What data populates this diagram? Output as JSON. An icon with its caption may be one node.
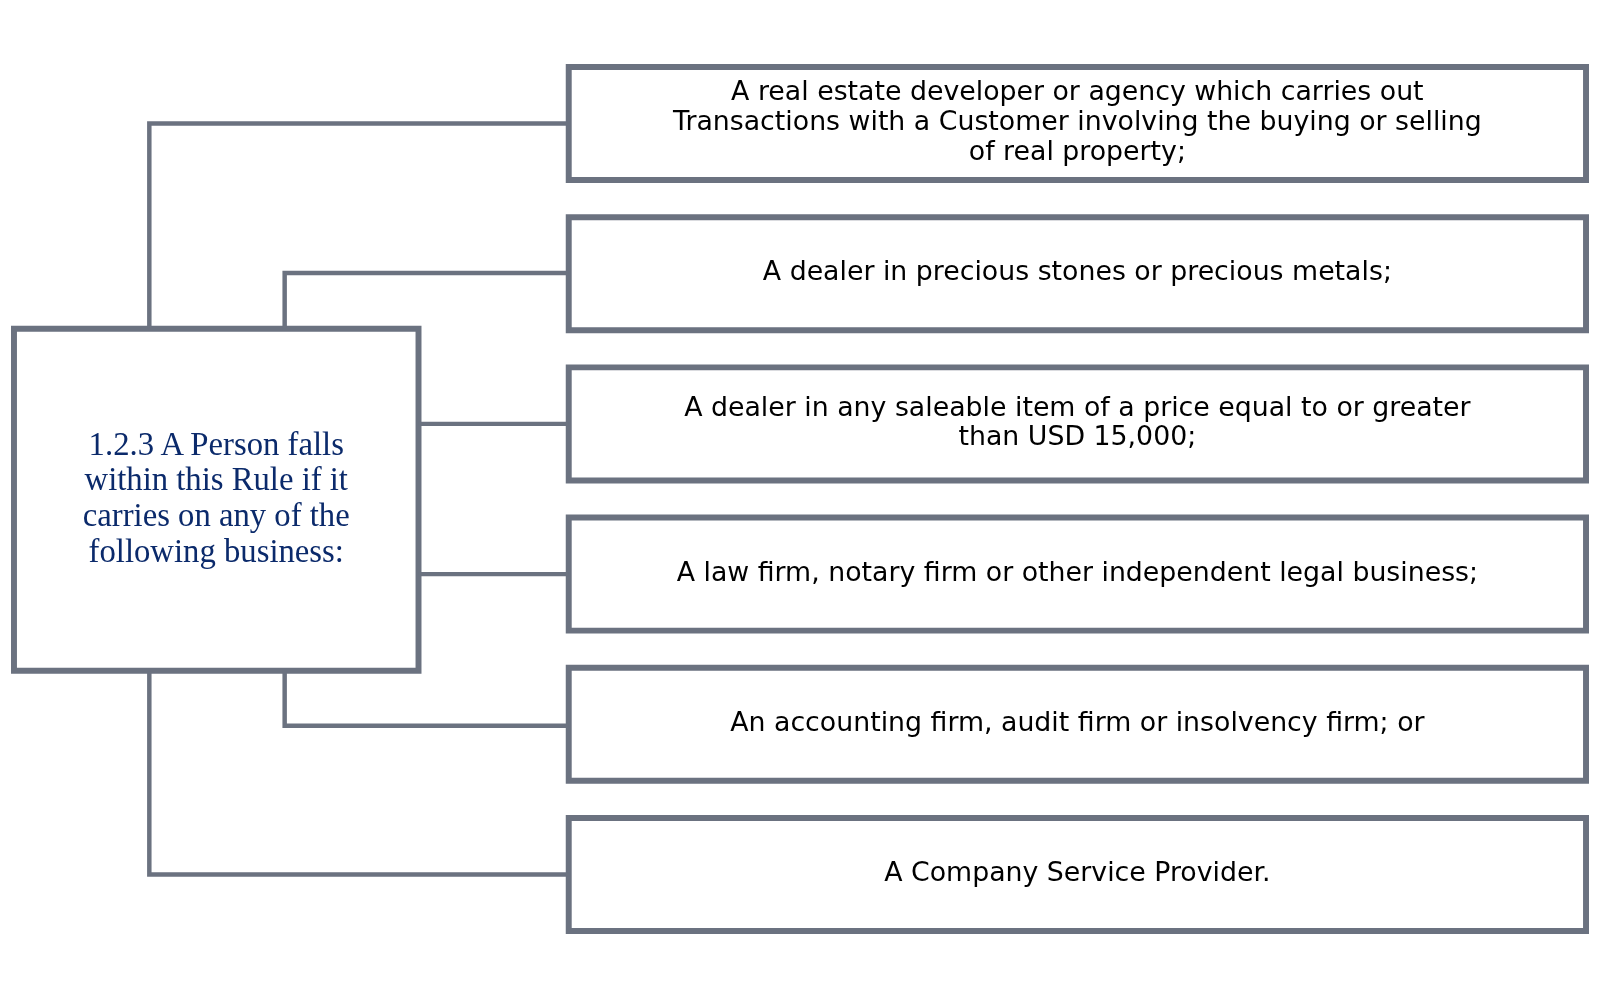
{
  "diagram": {
    "nodes": [
      {
        "text": [
          "1.2.3 A Person falls within this Rule if it carries on any of the following business:"
        ]
      },
      {
        "text": [
          "A real estate developer or agency which carries out Transactions with a Customer involving the buying or selling of real property;"
        ]
      },
      {
        "text": [
          "A dealer in precious stones or precious metals;"
        ]
      },
      {
        "text": [
          "A dealer in any saleable item of a price equal to or greater than USD 15,000;"
        ]
      },
      {
        "text": [
          "A law firm, notary firm or other independent legal business;"
        ]
      },
      {
        "text": [
          "An accounting firm, audit firm or insolvency firm; or"
        ]
      },
      {
        "text": [
          "A Company Service Provider."
        ]
      }
    ],
    "edges": [
      {
        "from": 0,
        "to": 1,
        "arrow": "none"
      },
      {
        "from": 0,
        "to": 2,
        "arrow": "none"
      },
      {
        "from": 0,
        "to": 3,
        "arrow": "none"
      },
      {
        "from": 0,
        "to": 4,
        "arrow": "none"
      },
      {
        "from": 0,
        "to": 5,
        "arrow": "none"
      },
      {
        "from": 0,
        "to": 6,
        "arrow": "none"
      }
    ]
  }
}
